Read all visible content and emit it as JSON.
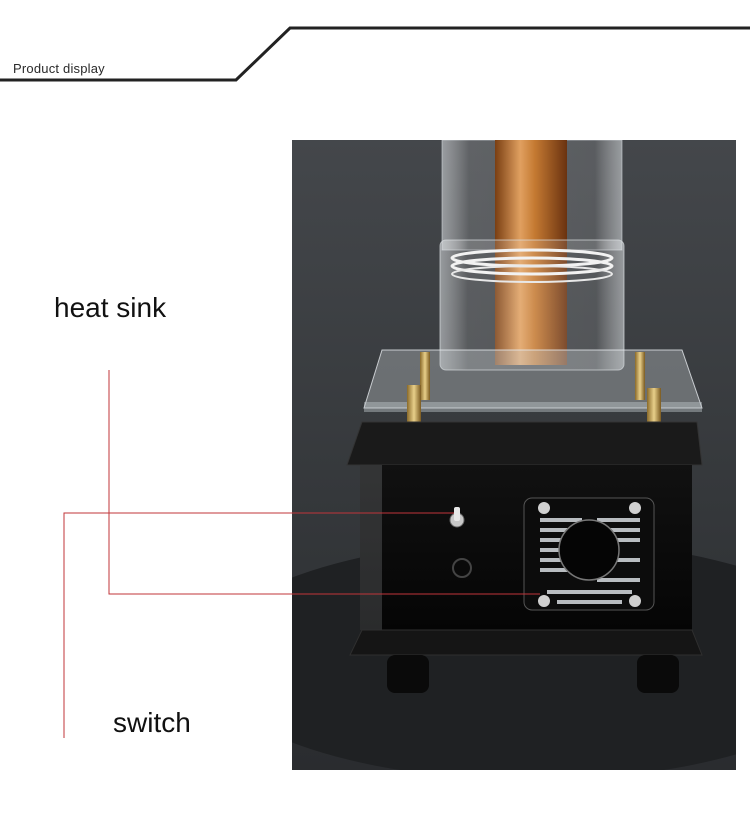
{
  "header": {
    "title": "Product display"
  },
  "callouts": {
    "heat_sink_label": "heat sink",
    "switch_label": "switch",
    "line_color": "#c0353a"
  },
  "photo": {
    "subject": "tesla-coil-base",
    "background_color": "#3a3d41"
  }
}
